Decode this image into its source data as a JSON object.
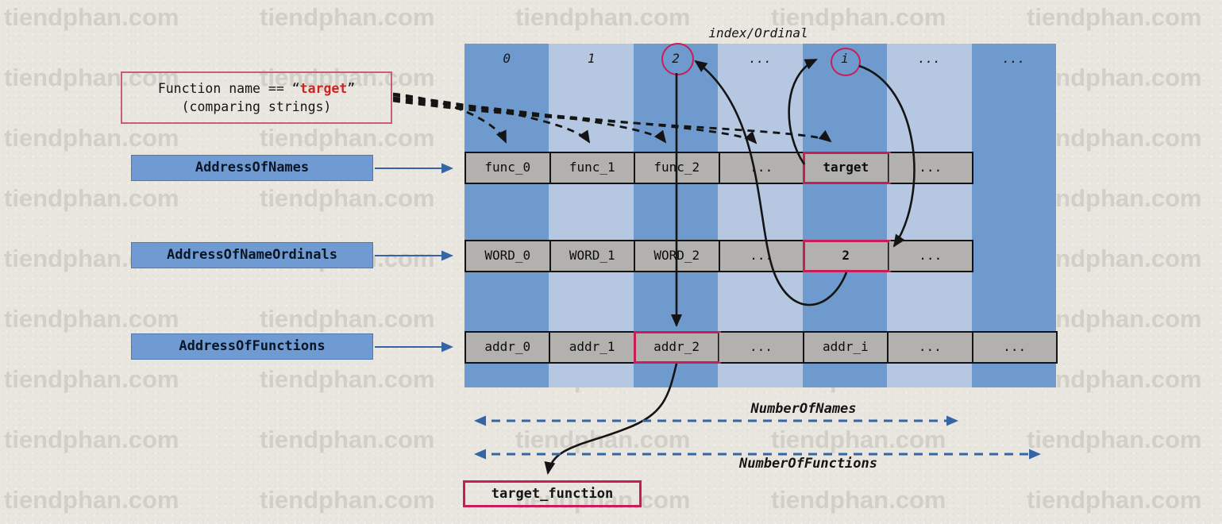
{
  "colors": {
    "bg": "#e9e6e0",
    "wm": "#d2cfc8",
    "ink": "#141414",
    "band_med": "#6f9ace",
    "band_light": "#b5c7e1",
    "cell_gray": "#b2b1ae",
    "crimson": "#c71e5a",
    "rose": "#c65f75",
    "red_text": "#cc2420",
    "blue": "#3465a4",
    "label_blue": "#6f9ad2",
    "label_border": "#4d79ad",
    "label_text": "#0a1626"
  },
  "watermark": {
    "text": "tiendphan.com"
  },
  "header": {
    "index_label": "index/Ordinal",
    "columns": [
      "0",
      "1",
      "2",
      "...",
      "i",
      "...",
      "..."
    ]
  },
  "condition_box": {
    "prefix": "Function name == ",
    "open_quote": "“",
    "highlight": "target",
    "close_quote": "”",
    "line2": "(comparing strings)"
  },
  "pointers": [
    {
      "label": "AddressOfNames"
    },
    {
      "label": "AddressOfNameOrdinals"
    },
    {
      "label": "AddressOfFunctions"
    }
  ],
  "tables": {
    "names": {
      "cells": [
        {
          "text": "func_0"
        },
        {
          "text": "func_1"
        },
        {
          "text": "func_2"
        },
        {
          "text": "..."
        },
        {
          "text": "target",
          "highlight": true,
          "bold": true
        },
        {
          "text": "..."
        }
      ]
    },
    "ordinals": {
      "cells": [
        {
          "text": "WORD_0"
        },
        {
          "text": "WORD_1"
        },
        {
          "text": "WORD_2"
        },
        {
          "text": "..."
        },
        {
          "text": "2",
          "highlight": true,
          "bold": true
        },
        {
          "text": "..."
        }
      ]
    },
    "functions": {
      "cells": [
        {
          "text": "addr_0"
        },
        {
          "text": "addr_1"
        },
        {
          "text": "addr_2",
          "highlight": true
        },
        {
          "text": "..."
        },
        {
          "text": "addr_i"
        },
        {
          "text": "..."
        },
        {
          "text": "..."
        }
      ]
    }
  },
  "spans": {
    "number_of_names": "NumberOfNames",
    "number_of_functions": "NumberOfFunctions"
  },
  "result_box": {
    "text": "target_function"
  }
}
